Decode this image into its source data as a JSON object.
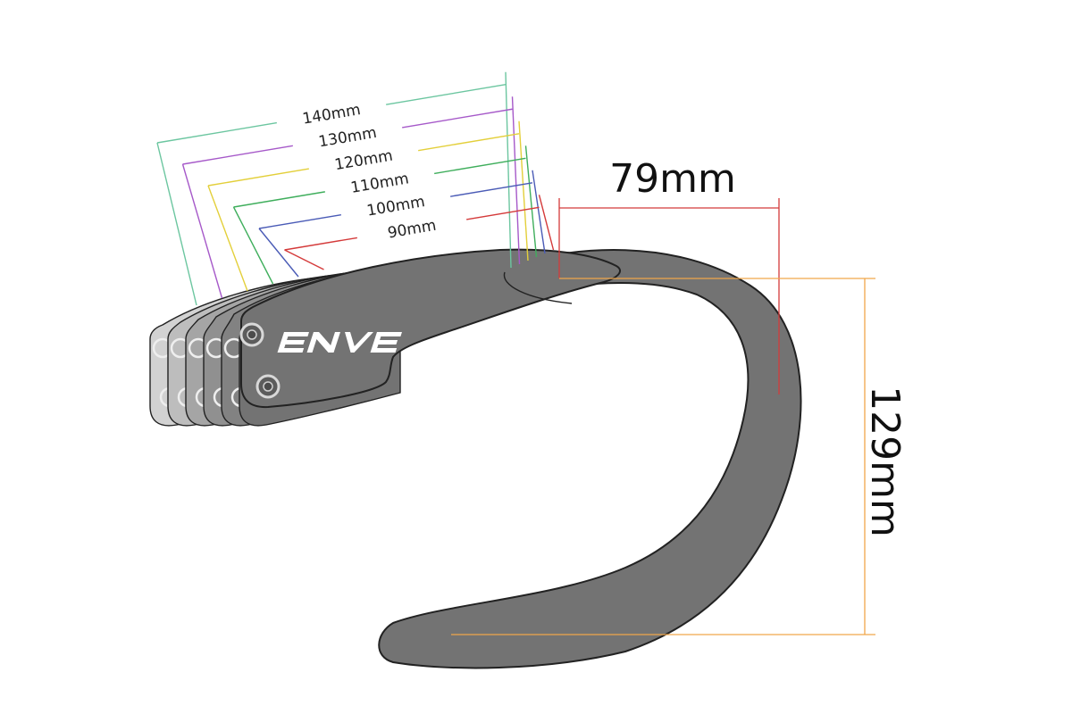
{
  "brand_logo_text": "ENVE",
  "stem_lengths": [
    {
      "label": "140mm",
      "color": "#6cc6a0"
    },
    {
      "label": "130mm",
      "color": "#a659c9"
    },
    {
      "label": "120mm",
      "color": "#e3cf3a"
    },
    {
      "label": "110mm",
      "color": "#3fae5c"
    },
    {
      "label": "100mm",
      "color": "#4a5bb6"
    },
    {
      "label": "90mm",
      "color": "#d43a3a"
    }
  ],
  "reach": {
    "label": "79mm",
    "color": "#d43a3a"
  },
  "drop": {
    "label": "129mm",
    "color": "#f0a64a"
  },
  "colors": {
    "bar_fill": "#737373",
    "outline": "#222222",
    "stem_shades": [
      "#d2d2d2",
      "#bdbdbd",
      "#a5a5a5",
      "#909090",
      "#828282",
      "#737373"
    ]
  }
}
